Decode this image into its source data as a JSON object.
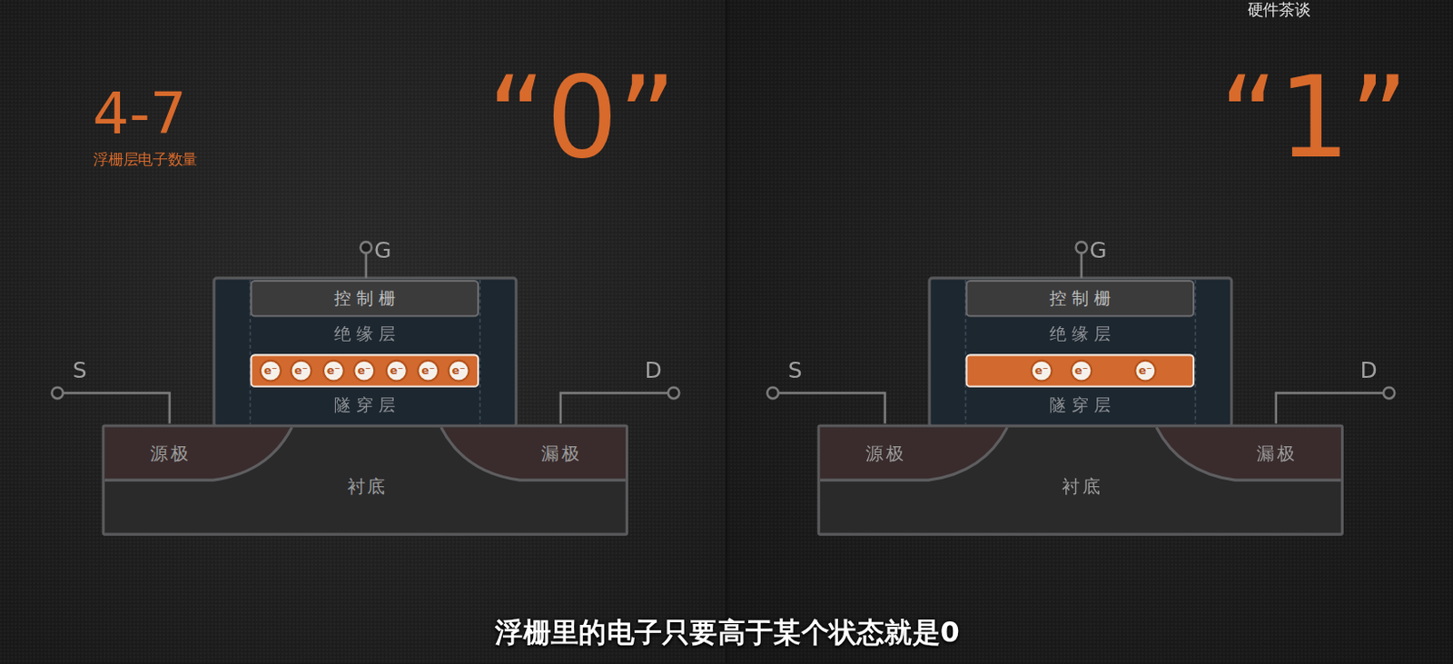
{
  "diagram": {
    "caption": "浮栅里的电子只要高于某个状态就是0",
    "nodes": [
      {
        "text": [
          "控制栅"
        ]
      },
      {
        "text": [
          "e⁻",
          "e⁻",
          "e⁻",
          "e⁻",
          "e⁻",
          "e⁻",
          "e⁻"
        ]
      },
      {
        "text": [
          "衬底"
        ]
      },
      {
        "text": [
          "源极"
        ],
        "in": 2
      },
      {
        "text": [
          "漏极"
        ],
        "in": 2
      },
      {
        "text": [
          "控制栅"
        ]
      },
      {
        "text": [
          "e⁻",
          "e⁻",
          "e⁻"
        ]
      },
      {
        "text": [
          "衬底"
        ]
      },
      {
        "text": [
          "源极"
        ],
        "in": 7
      },
      {
        "text": [
          "漏极"
        ],
        "in": 7
      }
    ],
    "labels": [
      "硬件茶谈",
      "4-7",
      "浮栅层电子数量",
      "“0”",
      "“1”",
      "G",
      "S",
      "D",
      "绝缘层",
      "隧穿层",
      "G",
      "S",
      "D",
      "绝缘层",
      "隧穿层"
    ]
  }
}
